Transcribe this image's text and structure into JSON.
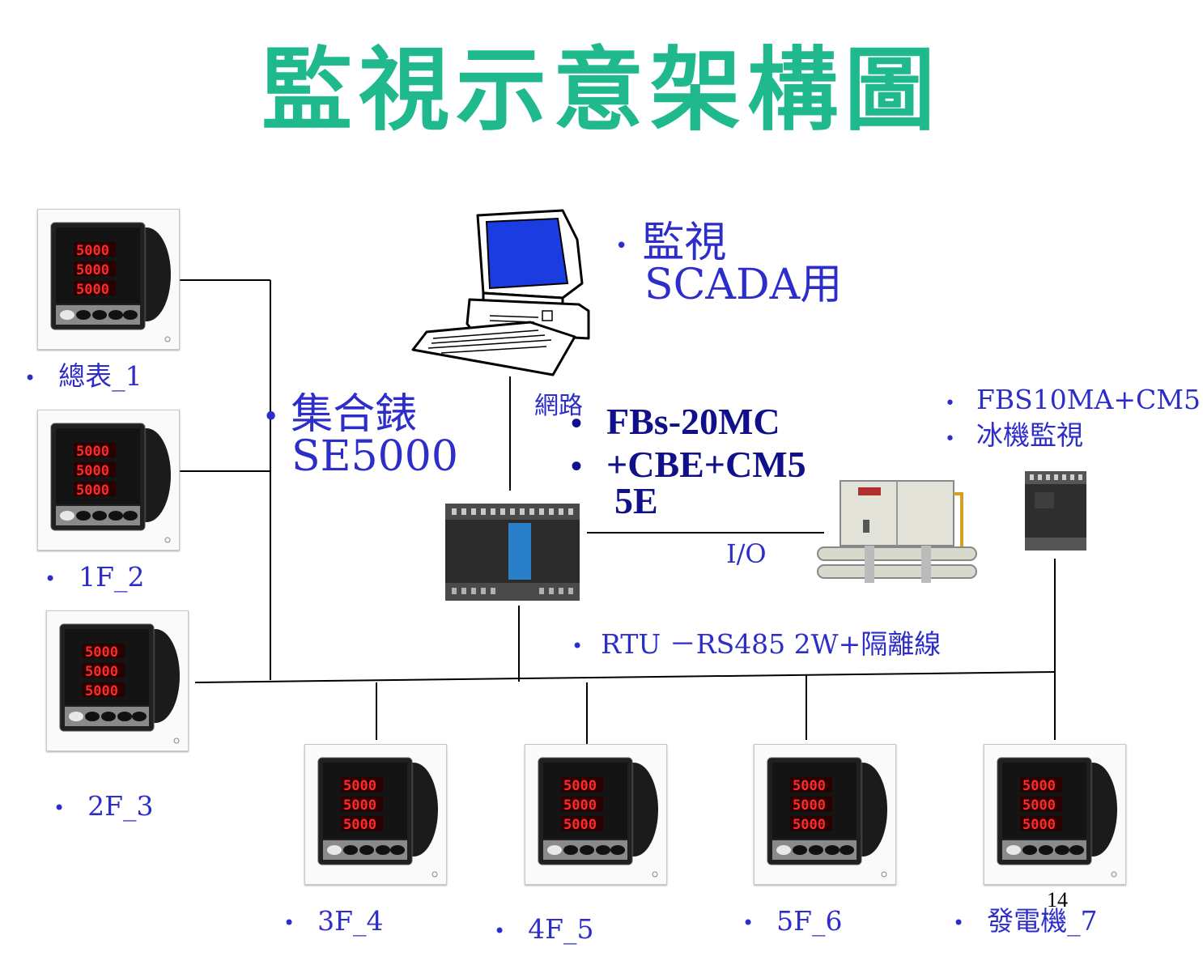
{
  "title": "監視示意架構圖",
  "scada": {
    "bullet": "•",
    "line1": "監視",
    "line2": "SCADA用"
  },
  "network_label": "網路",
  "meter_group": {
    "bullet": "•",
    "line1": "集合錶",
    "line2": "SE5000"
  },
  "plc_spec": {
    "bullet": "•",
    "line1": "FBs-20MC",
    "line2": "+CBE+CM5",
    "line3": "5E"
  },
  "io_label": "I/O",
  "chiller_spec": {
    "bullet": "•",
    "line1": "FBS10MA+CM5",
    "line2": "冰機監視"
  },
  "rtu_label": "RTU －RS485 2W+隔離線",
  "meter_display_value": "5000",
  "meters": [
    {
      "bullet": "•",
      "label": "總表_1"
    },
    {
      "bullet": "•",
      "label": "1F_2"
    },
    {
      "bullet": "•",
      "label": "2F_3"
    },
    {
      "bullet": "•",
      "label": "3F_4"
    },
    {
      "bullet": "•",
      "label": "4F_5"
    },
    {
      "bullet": "•",
      "label": "5F_6"
    },
    {
      "bullet": "•",
      "label": "發電機_7"
    }
  ],
  "page_number": "14",
  "colors": {
    "title": "#1fb98d",
    "label_blue": "#2d2dc9",
    "bold_blue": "#10108a",
    "meter_led": "#e02020",
    "monitor_screen": "#1a3ce0"
  }
}
